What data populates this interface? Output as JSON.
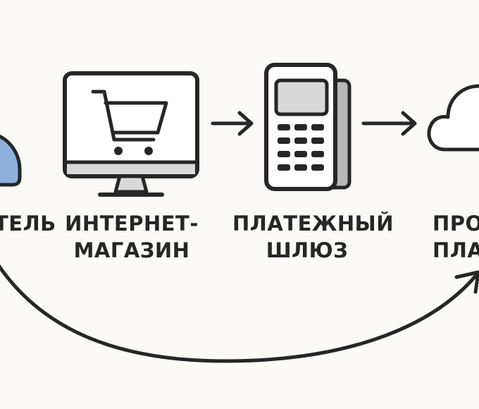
{
  "nodes": [
    {
      "id": "customer",
      "lines": [
        "ТЕЛЬ"
      ],
      "icon": "user-icon"
    },
    {
      "id": "online-store",
      "lines": [
        "ИНТЕРНЕТ-",
        "МАГАЗИН"
      ],
      "icon": "monitor-cart-icon"
    },
    {
      "id": "payment-gateway",
      "lines": [
        "ПЛАТЕЖНЫЙ",
        "ШЛЮЗ"
      ],
      "icon": "payment-terminal-icon"
    },
    {
      "id": "payment-processor",
      "lines": [
        "ПРО",
        "ПЛА"
      ],
      "icon": "cloud-icon"
    }
  ],
  "colors": {
    "background": "#fbfaf6",
    "stroke": "#262626",
    "accent": "#8fb0dc",
    "panel": "#d9d9d9"
  }
}
